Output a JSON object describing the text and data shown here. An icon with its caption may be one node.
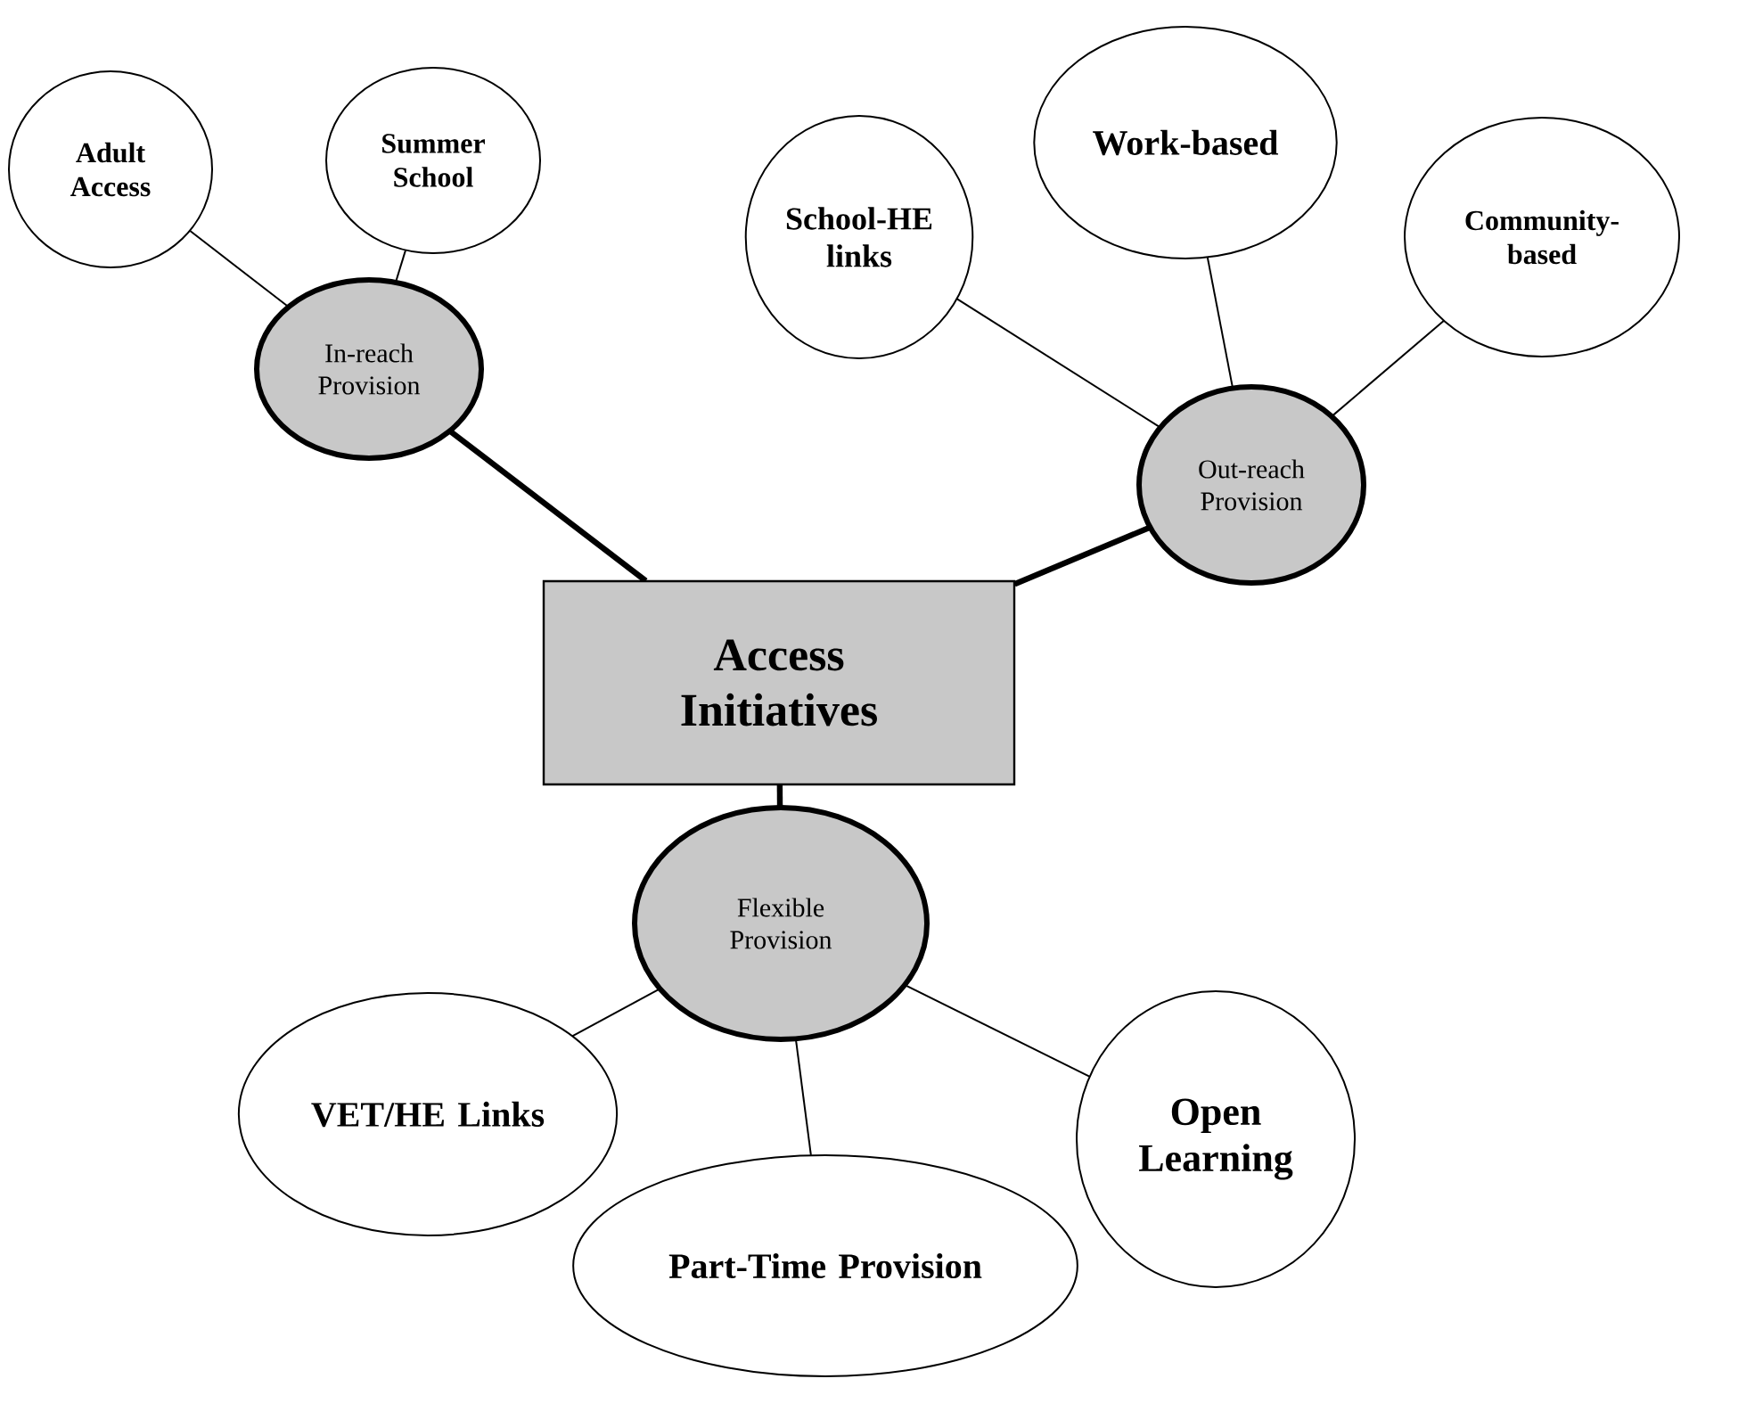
{
  "diagram": {
    "nodes": [
      {
        "text": [
          "Access Initiatives"
        ]
      },
      {
        "text": [
          "In-reach Provision"
        ]
      },
      {
        "text": [
          "Out-reach Provision"
        ]
      },
      {
        "text": [
          "Flexible Provision"
        ]
      },
      {
        "text": [
          "Adult Access"
        ]
      },
      {
        "text": [
          "Summer School"
        ]
      },
      {
        "text": [
          "School-HE links"
        ]
      },
      {
        "text": [
          "Work-based"
        ]
      },
      {
        "text": [
          "Community-based"
        ]
      },
      {
        "text": [
          "VET/HE Links"
        ]
      },
      {
        "text": [
          "Part-Time Provision"
        ]
      },
      {
        "text": [
          "Open Learning"
        ]
      }
    ],
    "edges": [
      {
        "from": 0,
        "to": 1,
        "arrow": "none",
        "style": "thick"
      },
      {
        "from": 0,
        "to": 2,
        "arrow": "none",
        "style": "thick"
      },
      {
        "from": 0,
        "to": 3,
        "arrow": "none",
        "style": "thick"
      },
      {
        "from": 1,
        "to": 4,
        "arrow": "none"
      },
      {
        "from": 1,
        "to": 5,
        "arrow": "none"
      },
      {
        "from": 2,
        "to": 6,
        "arrow": "none"
      },
      {
        "from": 2,
        "to": 7,
        "arrow": "none"
      },
      {
        "from": 2,
        "to": 8,
        "arrow": "none"
      },
      {
        "from": 3,
        "to": 9,
        "arrow": "none"
      },
      {
        "from": 3,
        "to": 10,
        "arrow": "none"
      },
      {
        "from": 3,
        "to": 11,
        "arrow": "none"
      }
    ]
  }
}
